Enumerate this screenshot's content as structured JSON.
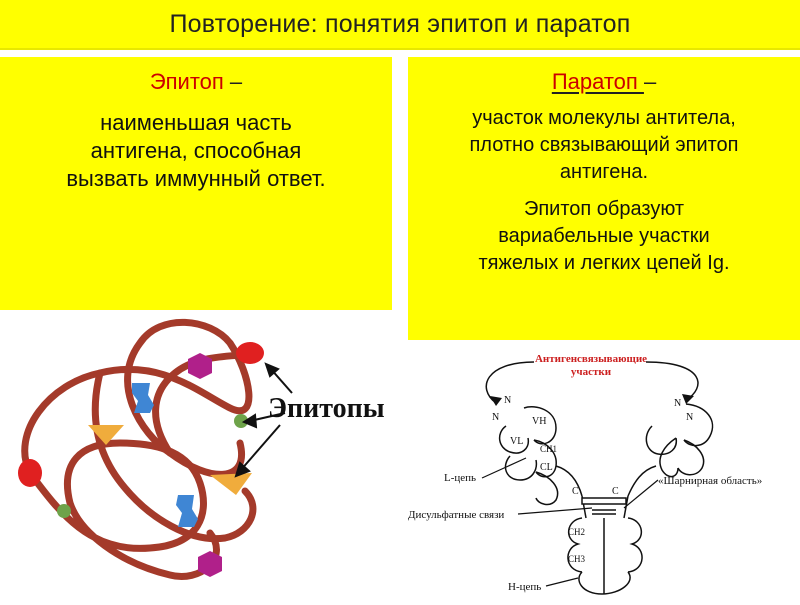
{
  "title": "Повторение: понятия эпитоп и паратоп",
  "left": {
    "term": "Эпитоп",
    "dash": " –",
    "definition_lines": [
      "наименьшая часть",
      "антигена, способная",
      "вызвать иммунный ответ."
    ],
    "figure_label": "Эпитопы"
  },
  "right": {
    "term": "Паратоп ",
    "dash": "–",
    "definition_lines": [
      "участок молекулы антитела,",
      "плотно связывающий эпитоп",
      "антигена."
    ],
    "extra_lines": [
      "Эпитоп  образуют",
      "вариабельные участки",
      "тяжелых и легких цепей Ig."
    ],
    "figure": {
      "header_line1": "Антигенсвязывающие",
      "header_line2": "участки",
      "n1": "N",
      "n2": "N",
      "n3": "N",
      "n4": "N",
      "vh": "VH",
      "vl": "VL",
      "ch1": "CH1",
      "cl": "CL",
      "c1": "C",
      "c2": "C",
      "ch2": "CH2",
      "ch3": "CH3",
      "l_chain": "L-цепь",
      "disulfide": "Дисульфатные связи",
      "hinge": "«Шарнирная область»",
      "h_chain": "H-цепь"
    }
  },
  "colors": {
    "yellow": "#ffff00",
    "term_red": "#cc0000",
    "chain_brown": "#a43a2a",
    "epitope_red": "#e02020",
    "epitope_purple": "#b0208a",
    "epitope_blue": "#3f86d4",
    "epitope_orange": "#f0ac3c",
    "epitope_green": "#6ea34a",
    "figure_red_text": "#cc2020"
  }
}
